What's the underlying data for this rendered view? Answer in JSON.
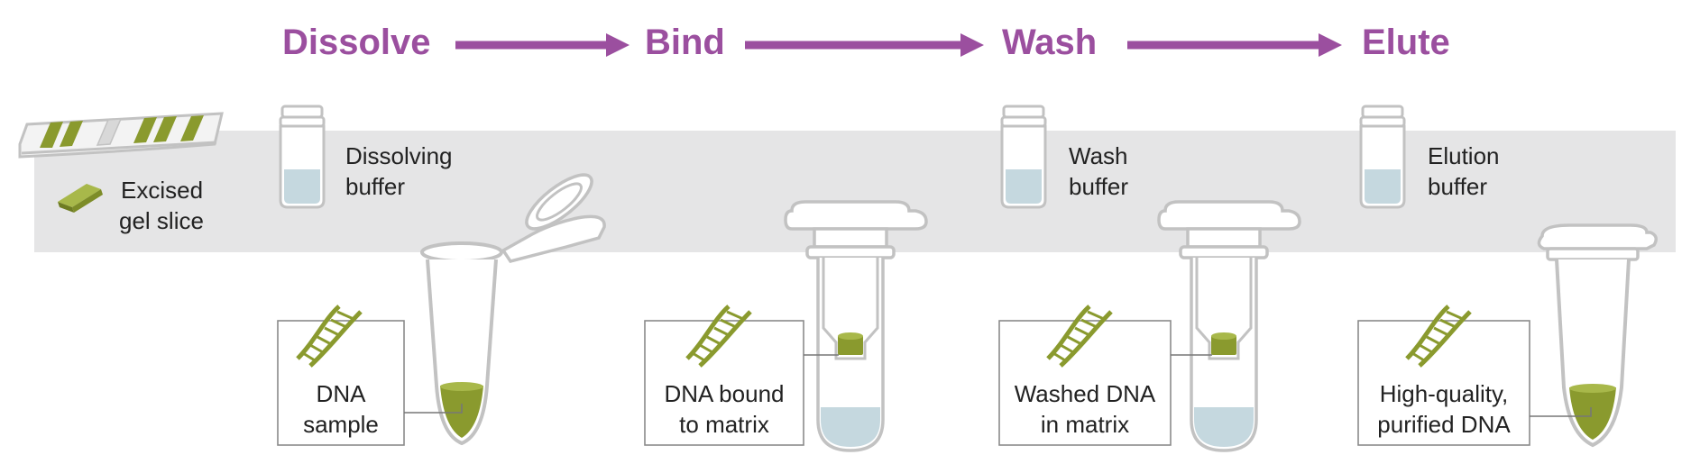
{
  "steps": [
    "Dissolve",
    "Bind",
    "Wash",
    "Elute"
  ],
  "gel": {
    "label_line1": "Excised",
    "label_line2": "gel slice"
  },
  "buffers": [
    {
      "line1": "Dissolving",
      "line2": "buffer"
    },
    {
      "line1": "Wash",
      "line2": "buffer"
    },
    {
      "line1": "Elution",
      "line2": "buffer"
    }
  ],
  "dna_boxes": [
    {
      "line1": "DNA",
      "line2": "sample"
    },
    {
      "line1": "DNA bound",
      "line2": "to matrix"
    },
    {
      "line1": "Washed DNA",
      "line2": "in matrix"
    },
    {
      "line1": "High-quality,",
      "line2": "purified DNA"
    }
  ],
  "colors": {
    "step_label": "#9b4f9f",
    "arrow": "#9b4f9f",
    "dna_green": "#8a9a2e",
    "liquid": "#c5d8df",
    "band": "#e5e5e6"
  }
}
